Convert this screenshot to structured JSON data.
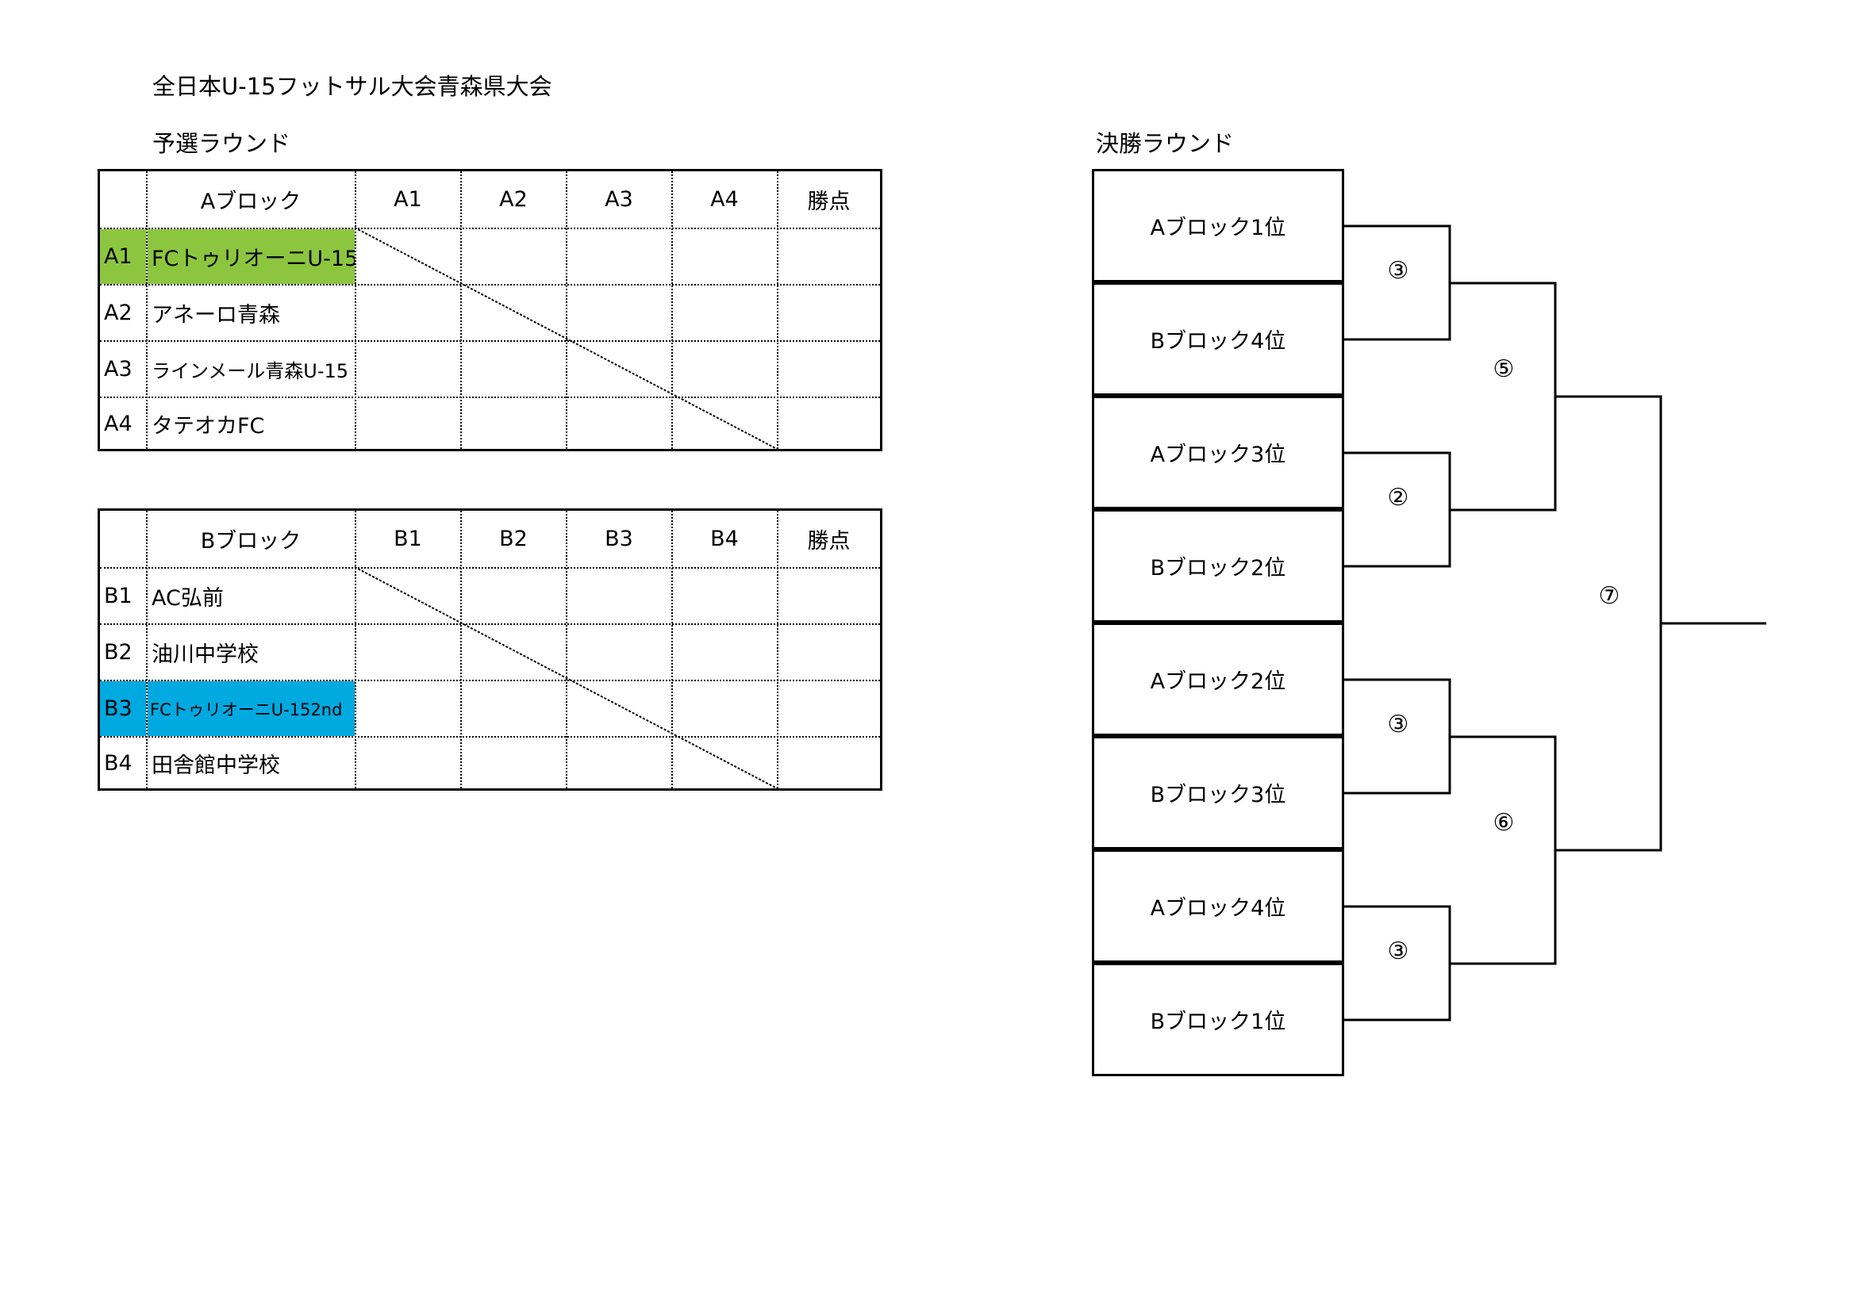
{
  "title": "全日本U-15フットサル大会青森県大会",
  "preliminary_round": {
    "label": "予選ラウンド",
    "blocks": [
      {
        "name": "Aブロック",
        "columns": [
          "A1",
          "A2",
          "A3",
          "A4"
        ],
        "points_label": "勝点",
        "teams": [
          {
            "id": "A1",
            "name": "FCトゥリオーニU-15",
            "highlight": "#8cc63f"
          },
          {
            "id": "A2",
            "name": "アネーロ青森",
            "highlight": ""
          },
          {
            "id": "A3",
            "name": "ラインメール青森U-15",
            "highlight": ""
          },
          {
            "id": "A4",
            "name": "タテオカFC",
            "highlight": ""
          }
        ]
      },
      {
        "name": "Bブロック",
        "columns": [
          "B1",
          "B2",
          "B3",
          "B4"
        ],
        "points_label": "勝点",
        "teams": [
          {
            "id": "B1",
            "name": "AC弘前",
            "highlight": ""
          },
          {
            "id": "B2",
            "name": "油川中学校",
            "highlight": ""
          },
          {
            "id": "B3",
            "name": "FCトゥリオーニU-152nd",
            "highlight": "#00a9e0"
          },
          {
            "id": "B4",
            "name": "田舎館中学校",
            "highlight": ""
          }
        ]
      }
    ]
  },
  "final_round": {
    "label": "決勝ラウンド",
    "slots": [
      "Aブロック1位",
      "Bブロック4位",
      "Aブロック3位",
      "Bブロック2位",
      "Aブロック2位",
      "Bブロック3位",
      "Aブロック4位",
      "Bブロック1位"
    ],
    "quarterfinals": [
      "③",
      "②",
      "③",
      "③"
    ],
    "semifinals": [
      "⑤",
      "⑥"
    ],
    "final": "⑦"
  }
}
